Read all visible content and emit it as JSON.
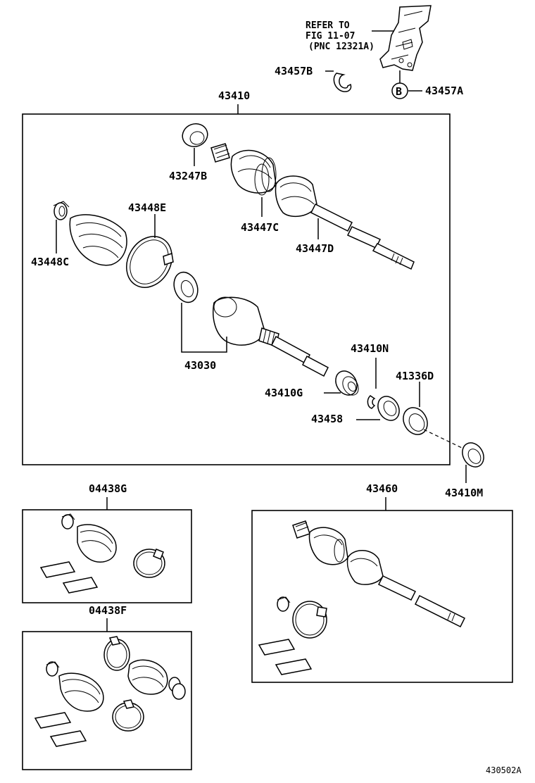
{
  "reference": {
    "line1": "REFER TO",
    "line2": "FIG 11-07",
    "line3": "(PNC 12321A)",
    "circle_letter": "B"
  },
  "labels": {
    "p43457B": "43457B",
    "p43457A": "43457A",
    "p43410": "43410",
    "p43247B": "43247B",
    "p43448E": "43448E",
    "p43447C": "43447C",
    "p43447D": "43447D",
    "p43448C": "43448C",
    "p43030": "43030",
    "p43410N": "43410N",
    "p41336D": "41336D",
    "p43410G": "43410G",
    "p43458": "43458",
    "p43410M": "43410M",
    "p04438G": "04438G",
    "p43460": "43460",
    "p04438F": "04438F"
  },
  "diagram_code": "430502A",
  "icons": [
    "drive-shaft-assembly-icon",
    "boot-icon",
    "clamp-ring-icon",
    "bearing-icon",
    "snap-ring-icon",
    "grease-packet-icon",
    "bracket-icon"
  ]
}
